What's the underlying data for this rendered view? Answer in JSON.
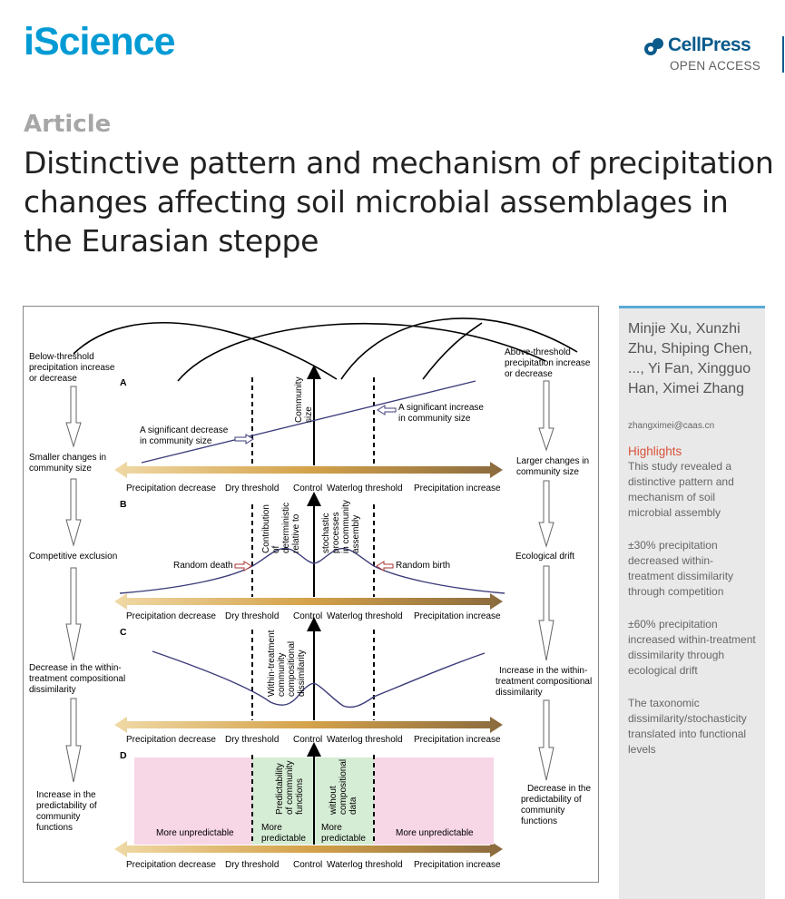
{
  "header": {
    "journal": "iScience",
    "publisher": "CellPress",
    "publisher_sub": "OPEN ACCESS"
  },
  "article_type": "Article",
  "title": "Distinctive pattern and mechanism of precipitation changes affecting soil microbial assemblages in the Eurasian steppe",
  "sidebar": {
    "authors": "Minjie Xu, Xunzhi Zhu, Shiping Chen, ..., Yi Fan, Xingguo Han, Ximei Zhang",
    "email": "zhangximei@caas.cn",
    "highlights_heading": "Highlights",
    "highlights": [
      "This study revealed a distinctive pattern and mechanism of soil microbial assembly",
      "±30% precipitation decreased within-treatment dissimilarity through competition",
      "±60% precipitation increased within-treatment dissimilarity through ecological drift",
      "The taxonomic dissimilarity/stochasticity translated into functional levels"
    ]
  },
  "figure": {
    "left_col": {
      "top": [
        "Below-threshold",
        "precipitation increase",
        "or decrease"
      ],
      "s1": [
        "Smaller changes in",
        "community size"
      ],
      "s2": [
        "Competitive exclusion"
      ],
      "s3": [
        "Decrease in the within-",
        "treatment compositional",
        "dissimilarity"
      ],
      "s4": [
        "Increase in the",
        "predictability  of",
        "community",
        "functions"
      ]
    },
    "right_col": {
      "top": [
        "Above-threshold",
        "precipitation increase",
        "or decrease"
      ],
      "s1": [
        "Larger changes in",
        "community size"
      ],
      "s2": [
        "Ecological drift"
      ],
      "s3": [
        "Increase in the within-",
        "treatment compositional",
        "dissimilarity"
      ],
      "s4": [
        "Decrease in the",
        "predictability   of",
        "community",
        "functions"
      ]
    },
    "axis": {
      "precip_decrease": "Precipitation decrease",
      "dry": "Dry threshold",
      "control": "Control",
      "waterlog": "Waterlog threshold",
      "precip_increase": "Precipitation increase"
    },
    "panels": {
      "a": {
        "letter": "A",
        "ylabel": [
          "Community",
          "size"
        ],
        "decrease_note": [
          "A significant decrease",
          "in community size"
        ],
        "increase_note": [
          "A significant increase",
          "in community size"
        ]
      },
      "b": {
        "letter": "B",
        "ylabel1": [
          "Contribution",
          "of",
          "deterministic",
          "relative to"
        ],
        "ylabel2": [
          "stochastic",
          "processes",
          "in community",
          "assembly"
        ],
        "death": "Random death",
        "birth": "Random birth"
      },
      "c": {
        "letter": "C",
        "ylabel": [
          "Within-treatment",
          "community",
          "compositional",
          "dissimilarity"
        ]
      },
      "d": {
        "letter": "D",
        "ylabel1": [
          "Predictability",
          "of community",
          "functions"
        ],
        "ylabel2": [
          "without",
          "compositional",
          "data"
        ],
        "unpred": "More unpredictable",
        "pred": [
          "More",
          "predictable"
        ]
      }
    },
    "colors": {
      "arrow_light": "#f0d9a6",
      "arrow_dark": "#8a6a3e",
      "curve": "#3c3c7a",
      "pink": "#f7d6e6",
      "green": "#d5ecd5"
    }
  }
}
